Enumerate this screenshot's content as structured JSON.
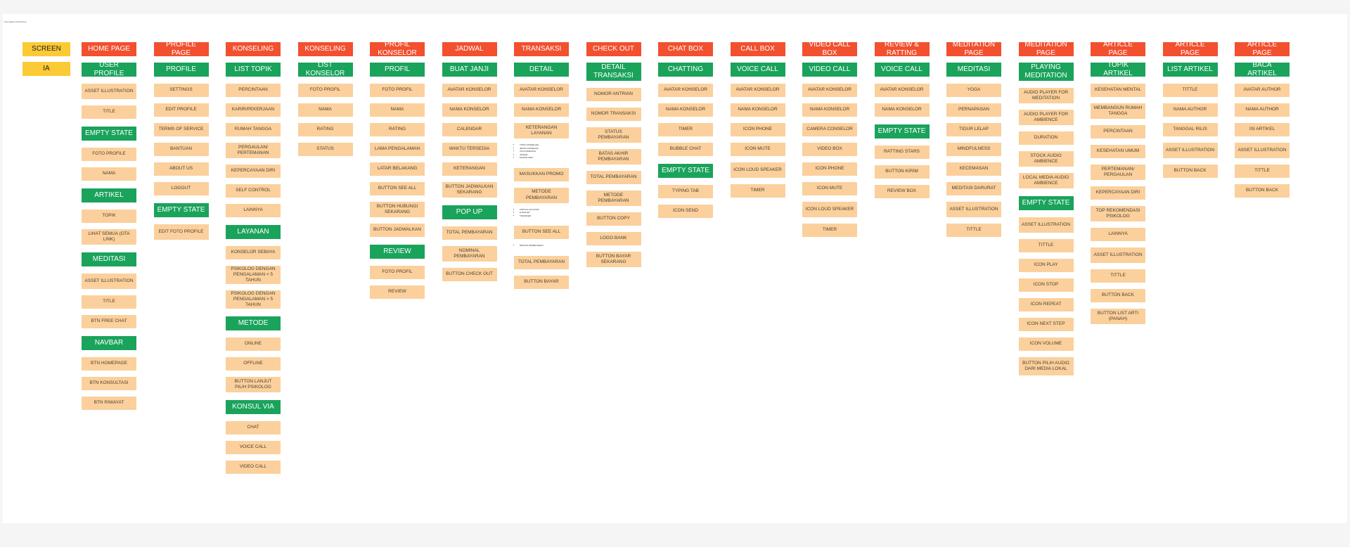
{
  "board_title": "Information Architecture",
  "legend": {
    "screen": "SCREEN",
    "ia": "IA"
  },
  "columns": [
    {
      "screen": "HOME PAGE",
      "blocks": [
        {
          "section": "USER PROFILE",
          "items": [
            "ASSET ILLUSTRATION",
            "TITLE"
          ]
        },
        {
          "section": "EMPTY STATE",
          "items": [
            "FOTO PROFILE",
            "NAMA"
          ]
        },
        {
          "section": "ARTIKEL",
          "items": [
            "TOPIK",
            "LIHAT SEMUA (OTA LINK)"
          ]
        },
        {
          "section": "MEDITASI",
          "items": [
            "ASSET ILLUSTRATION",
            "TITLE",
            "BTN FREE CHAT"
          ]
        },
        {
          "section": "NAVBAR",
          "items": [
            "BTN HOMEPAGE",
            "BTN KONSULTASI",
            "BTN RIWAYAT"
          ]
        }
      ]
    },
    {
      "screen": "PROFILE PAGE",
      "blocks": [
        {
          "section": "PROFILE",
          "items": [
            "SETTINGS",
            "EDIT PROFILE",
            "TERMS OF SERVICE",
            "BANTUAN",
            "ABOUT US",
            "LOGOUT"
          ]
        },
        {
          "section": "EMPTY STATE",
          "items": [
            "EDIT FOTO PROFILE"
          ]
        }
      ]
    },
    {
      "screen": "KONSELING",
      "blocks": [
        {
          "section": "LIST TOPIK",
          "items": [
            "PERCINTAAN",
            "KARIR/PEKERJAAN",
            "RUMAH TANGGA",
            "PERGAULAN/ PERTEMANAN",
            "KEPERCAYAAN DIRI",
            "SELF CONTROL",
            "LAINNYA"
          ]
        },
        {
          "section": "LAYANAN",
          "items": [
            "KONSELOR SEBAYA",
            "PSIKOLOG DENGAN PENGALAMAN < 5 TAHUN",
            "PSIKOLOG DENGAN PENGALAMAN > 5 TAHUN"
          ]
        },
        {
          "section": "METODE",
          "items": [
            "ONLINE",
            "OFFLINE",
            "BUTTON LANJUT PILIH PSIKOLOG"
          ]
        },
        {
          "section": "KONSUL VIA",
          "items": [
            "CHAT",
            "VOICE CALL",
            "VIDEO CALL"
          ]
        }
      ]
    },
    {
      "screen": "KONSELING",
      "blocks": [
        {
          "section": "LIST KONSELOR",
          "items": [
            "FOTO PROFIL",
            "NAMA",
            "RATING",
            "STATUS"
          ]
        }
      ]
    },
    {
      "screen": "PROFIL KONSELOR",
      "blocks": [
        {
          "section": "PROFIL",
          "items": [
            "FOTO PROFIL",
            "NAMA",
            "RATING",
            "LAMA PENGALAMAN",
            "LATAR BELAKANG",
            "BUTTON SEE ALL",
            "BUTTON HUBUNGI SEKARANG",
            "BUTTON JADWALKAN"
          ]
        },
        {
          "section": "REVIEW",
          "items": [
            "FOTO PROFIL",
            "REVIEW"
          ]
        }
      ]
    },
    {
      "screen": "JADWAL",
      "blocks": [
        {
          "section": "BUAT JANJI",
          "items": [
            "AVATAR KONSELOR",
            "NAMA KONSELOR",
            "CALENDAR",
            "WAKTU TERSEDIA",
            "KETERANGAN",
            "BUTTON JADWALKAN SEKARANG"
          ]
        },
        {
          "section": "POP UP",
          "items": [
            "TOTAL PEMBAYARAN",
            "NOMINAL PEMBAYARAN",
            "BUTTON CHECK OUT"
          ]
        }
      ]
    },
    {
      "screen": "TRANSAKSI",
      "blocks": [
        {
          "section": "DETAIL",
          "items": [
            "AVATAR KONSELOR",
            "NAMA KONSELOR",
            "KETERANGAN LAYANAN"
          ]
        },
        {
          "notes": [
            "TOPIK KONSELING",
            "JENIS KONSELING",
            "VIA KONSELING",
            "JADWAL",
            "DURASI SESI"
          ]
        },
        {
          "items": [
            "MASUKKAN PROMO",
            "METODE PEMBAYARAN"
          ]
        },
        {
          "notes": [
            "VIRTUAL ACCOUNT",
            "E-WALLET",
            "TRANSFER"
          ]
        },
        {
          "items": [
            "BUTTON SEE ALL"
          ]
        },
        {
          "notes": [
            "RINCIAN PEMBAYARAN"
          ]
        },
        {
          "items": [
            "TOTAL PEMBAYARAN",
            "BUTTON BAYAR"
          ]
        }
      ]
    },
    {
      "screen": "CHECK OUT",
      "blocks": [
        {
          "section": "DETAIL TRANSAKSI",
          "items": [
            "NOMOR ANTRIAN",
            "NOMOR TRANSAKSI",
            "STATUS PEMBAYARAN",
            "BATAS AKHIR PEMBAYARAN",
            "TOTAL PEMBAYARAN",
            "METODE PEMBAYARAN",
            "BUTTON COPY",
            "LOGO BANK",
            "BUTTON BAYAR SEKARANG"
          ]
        }
      ]
    },
    {
      "screen": "CHAT BOX",
      "blocks": [
        {
          "section": "CHATTING",
          "items": [
            "AVATAR KONSELOR",
            "NAMA KONSELOR",
            "TIMER",
            "BUBBLE CHAT"
          ]
        },
        {
          "section": "EMPTY STATE",
          "items": [
            "TYPING TAB",
            "ICON SEND"
          ]
        }
      ]
    },
    {
      "screen": "CALL BOX",
      "blocks": [
        {
          "section": "VOICE CALL",
          "items": [
            "AVATAR KONSELOR",
            "NAMA KONSELOR",
            "ICON PHONE",
            "ICON MUTE",
            "ICON LOUD SPEAKER",
            "TIMER"
          ]
        }
      ]
    },
    {
      "screen": "VIDEO CALL BOX",
      "blocks": [
        {
          "section": "VIDEO CALL",
          "items": [
            "AVATAR KONSELOR",
            "NAMA KONSELOR",
            "CAMERA CONSELOR",
            "VIDEO BOX",
            "ICON PHONE",
            "ICON MUTE",
            "ICON LOUD SPEAKER",
            "TIMER"
          ]
        }
      ]
    },
    {
      "screen": "REVIEW & RATTING",
      "blocks": [
        {
          "section": "VOICE CALL",
          "items": [
            "AVATAR KONSELOR",
            "NAMA KONSELOR"
          ]
        },
        {
          "section": "EMPTY STATE",
          "items": [
            "RATTING STARS",
            "BUTTON KIRIM",
            "REVIEW BOX"
          ]
        }
      ]
    },
    {
      "screen": "MEDITATION PAGE",
      "blocks": [
        {
          "section": "MEDITASI",
          "items": [
            "YOGA",
            "PERNAPASAN",
            "TIDUR LELAP",
            "MINDFULNESS",
            "KECEMASAN",
            "MEDITASI DARURAT",
            "ASSET ILLUSTRATION",
            "TITTLE"
          ]
        }
      ]
    },
    {
      "screen": "MEDITATION PAGE",
      "blocks": [
        {
          "section": "PLAYING MEDITATION",
          "items": [
            "AUDIO PLAYER FOR MEDITATION",
            "AUDIO PLAYER FOR AMBIENCE",
            "DURATION",
            "STOCK AUDIO AMBIENCE",
            "LOCAL MEDIA AUDIO AMBIENCE"
          ]
        },
        {
          "section": "EMPTY STATE",
          "items": [
            "ASSET ILLUSTRATION",
            "TITTLE",
            "ICON PLAY",
            "ICON STOP",
            "ICON REPEAT",
            "ICON NEXT STEP",
            "ICON VOLUME",
            "BUTTON PILIH AUDIO DARI MEDIA LOKAL"
          ]
        }
      ]
    },
    {
      "screen": "ARTICLE PAGE",
      "blocks": [
        {
          "section": "TOPIK ARTIKEL",
          "items": [
            "KESEHATAN MENTAL",
            "MEMBANGUN RUMAH TANGGA",
            "PERCINTAAN",
            "KESEHATAN UMUM",
            "PERTEMANAN/ PERGAULAN",
            "KEPERCAYAAN DIRI",
            "TOP REKOMENDASI PSIKOLOG",
            "LAINNYA",
            "ASSET ILLUSTRATION",
            "TITTLE",
            "BUTTON BACK",
            "BUTTON LIST ARTI (PANAH)"
          ]
        }
      ]
    },
    {
      "screen": "ARTICLE PAGE",
      "blocks": [
        {
          "section": "LIST ARTIKEL",
          "items": [
            "TITTLE",
            "NAMA AUTHOR",
            "TANGGAL RILIS",
            "ASSET ILLUSTRATION",
            "BUTTON BACK"
          ]
        }
      ]
    },
    {
      "screen": "ARTICLE PAGE",
      "blocks": [
        {
          "section": "BACA ARTIKEL",
          "items": [
            "AVATAR AUTHOR",
            "NAMA AUTHOR",
            "ISI ARTIKEL",
            "ASSET ILLUSTRATION",
            "TITTLE",
            "BUTTON BACK"
          ]
        }
      ]
    }
  ]
}
